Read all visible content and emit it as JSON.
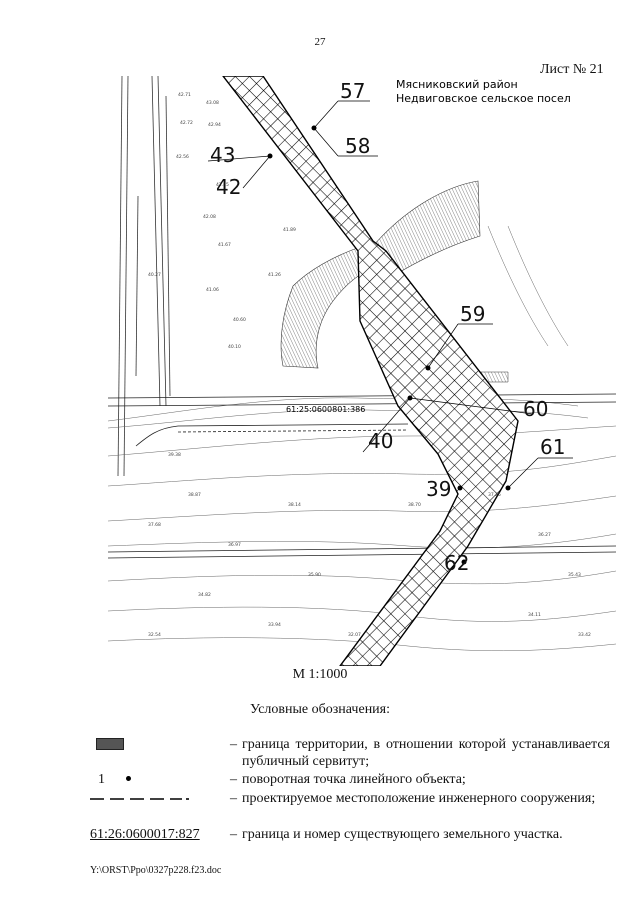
{
  "page": {
    "number": "27",
    "sheet": "Лист № 21"
  },
  "map": {
    "district": "Мясниковский район",
    "settlement": "Недвиговское сельское посел",
    "parcel_id": "61:25:0600801:386",
    "points": [
      "57",
      "58",
      "43",
      "42",
      "59",
      "60",
      "40",
      "61",
      "39",
      "62"
    ]
  },
  "scale": "М 1:1000",
  "legend": {
    "title": "Условные обозначения:",
    "items": [
      {
        "symbol": "box",
        "dash": "–",
        "text": "граница территории, в отношении которой устанавливается публичный сервитут;"
      },
      {
        "symbol_label": "1",
        "dash": "–",
        "text": "поворотная точка линейного объекта;"
      },
      {
        "symbol": "dashed-line",
        "dash": "–",
        "text": "проектируемое местоположение инженерного сооружения;"
      },
      {
        "symbol_label": "61:26:0600017:827",
        "dash": "–",
        "text": "граница и номер существующего земельного участка."
      }
    ]
  },
  "footer": "Y:\\ORST\\Ppo\\0327p228.f23.doc"
}
